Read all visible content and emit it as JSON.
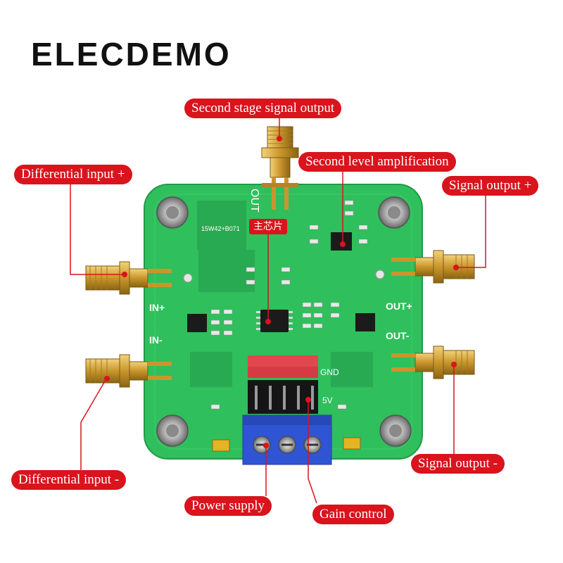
{
  "brand": "ELECDEMO",
  "callouts": {
    "second_stage_output": "Second stage signal output",
    "second_level_amp": "Second level amplification",
    "diff_input_plus": "Differential input +",
    "signal_output_plus": "Signal output +",
    "diff_input_minus": "Differential input -",
    "signal_output_minus": "Signal output -",
    "power_supply": "Power supply",
    "gain_control": "Gain control",
    "main_chip": "主芯片"
  },
  "silkscreen": {
    "out": "OUT",
    "in_plus": "IN+",
    "in_minus": "IN-",
    "out_plus": "OUT+",
    "out_minus": "OUT-",
    "gnd": "GND",
    "v5": "5V",
    "board_code": "15W42+B071"
  },
  "colors": {
    "board": "#2fbf5c",
    "callout": "#d9141d",
    "terminal": "#2f55d4"
  }
}
